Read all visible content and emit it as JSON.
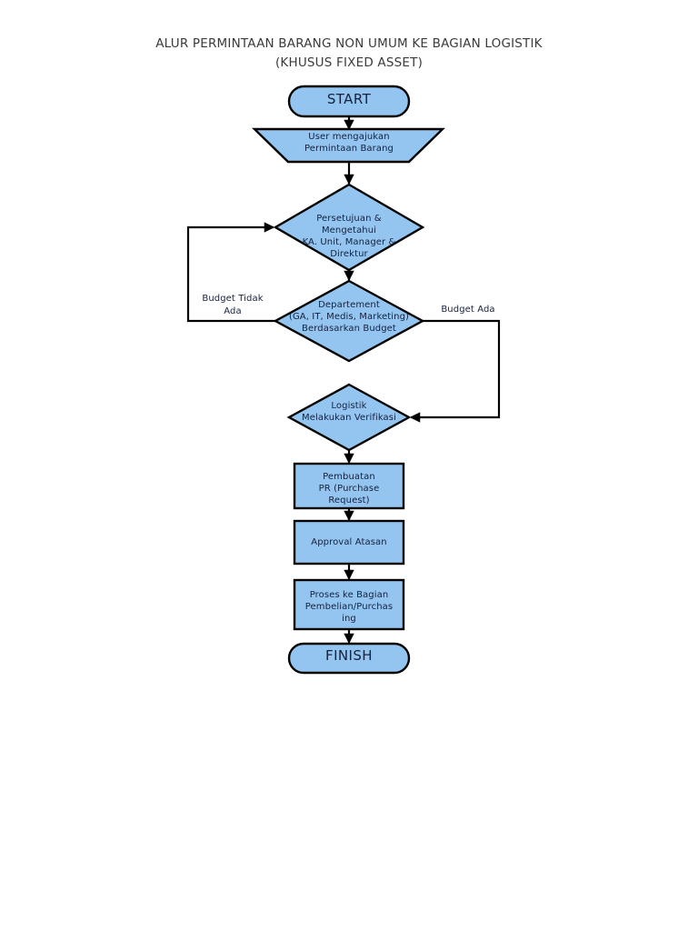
{
  "title": {
    "line1": "ALUR PERMINTAAN BARANG NON UMUM KE BAGIAN LOGISTIK",
    "line2": "(KHUSUS FIXED ASSET)"
  },
  "colors": {
    "node_fill": "#93C5F0",
    "node_stroke": "#000000",
    "connector": "#000000",
    "text": "#16213e",
    "title_text": "#3b3b3b",
    "background": "#ffffff"
  },
  "nodes": {
    "start": {
      "shape": "terminator",
      "label": "START"
    },
    "permintaan": {
      "shape": "trapezoid",
      "line1": "User mengajukan",
      "line2": "Permintaan Barang"
    },
    "persetujuan": {
      "shape": "decision",
      "line1": "Persetujuan &",
      "line2": "Mengetahui",
      "line3": "KA. Unit, Manager &",
      "line4": "Direktur"
    },
    "departement": {
      "shape": "decision",
      "line1": "Departement",
      "line2": "(GA, IT, Medis, Marketing)",
      "line3": "Berdasarkan Budget"
    },
    "logistik": {
      "shape": "decision",
      "line1": "Logistik",
      "line2": "Melakukan Verifikasi"
    },
    "pembuatan_pr": {
      "shape": "process",
      "line1": "Pembuatan",
      "line2": "PR (Purchase",
      "line3": "Request)"
    },
    "approval": {
      "shape": "process",
      "line1": "Approval Atasan"
    },
    "proses_pembelian": {
      "shape": "process",
      "line1": "Proses ke Bagian",
      "line2": "Pembelian/Purchas",
      "line3": "ing"
    },
    "finish": {
      "shape": "terminator",
      "label": "FINISH"
    }
  },
  "edge_labels": {
    "budget_tidak_ada_line1": "Budget Tidak",
    "budget_tidak_ada_line2": "Ada",
    "budget_ada": "Budget Ada"
  }
}
